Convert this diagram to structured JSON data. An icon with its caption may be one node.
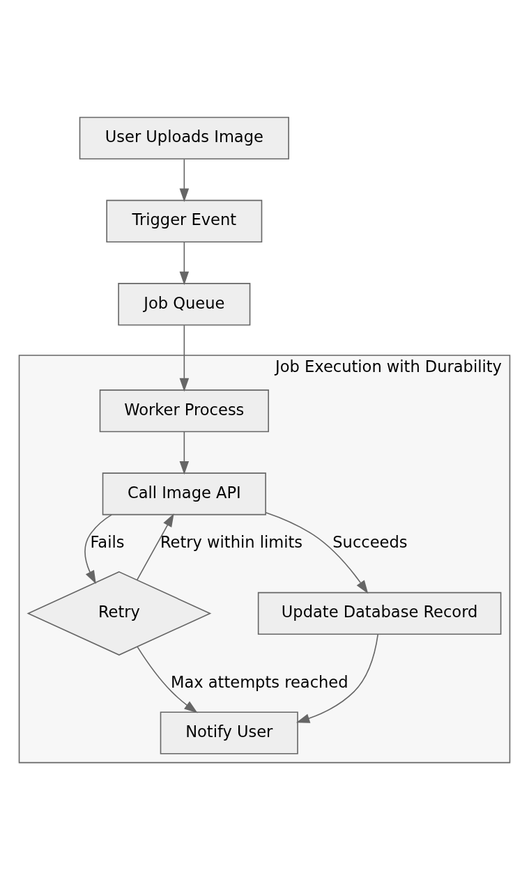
{
  "diagram": {
    "nodes": [
      {
        "text": [
          "User Uploads Image"
        ]
      },
      {
        "text": [
          "Trigger Event"
        ]
      },
      {
        "text": [
          "Job Queue"
        ]
      },
      {
        "text": [
          "Job Execution with Durability"
        ]
      },
      {
        "text": [
          "Worker Process"
        ],
        "in": 3
      },
      {
        "text": [
          "Call Image API"
        ],
        "in": 3
      },
      {
        "text": [
          "Retry"
        ],
        "in": 3
      },
      {
        "text": [
          "Update Database Record"
        ],
        "in": 3
      },
      {
        "text": [
          "Notify User"
        ],
        "in": 3
      }
    ],
    "edges": [
      {
        "from": 0,
        "to": 1,
        "arrow": "to"
      },
      {
        "from": 1,
        "to": 2,
        "arrow": "to"
      },
      {
        "from": 2,
        "to": 4,
        "arrow": "to"
      },
      {
        "from": 4,
        "to": 5,
        "arrow": "to"
      },
      {
        "from": 5,
        "to": 6,
        "arrow": "to",
        "label": "Fails"
      },
      {
        "from": 6,
        "to": 5,
        "arrow": "to",
        "label": "Retry within limits"
      },
      {
        "from": 5,
        "to": 7,
        "arrow": "to",
        "label": "Succeeds"
      },
      {
        "from": 6,
        "to": 8,
        "arrow": "to",
        "label": "Max attempts reached"
      },
      {
        "from": 7,
        "to": 8,
        "arrow": "to"
      }
    ]
  }
}
